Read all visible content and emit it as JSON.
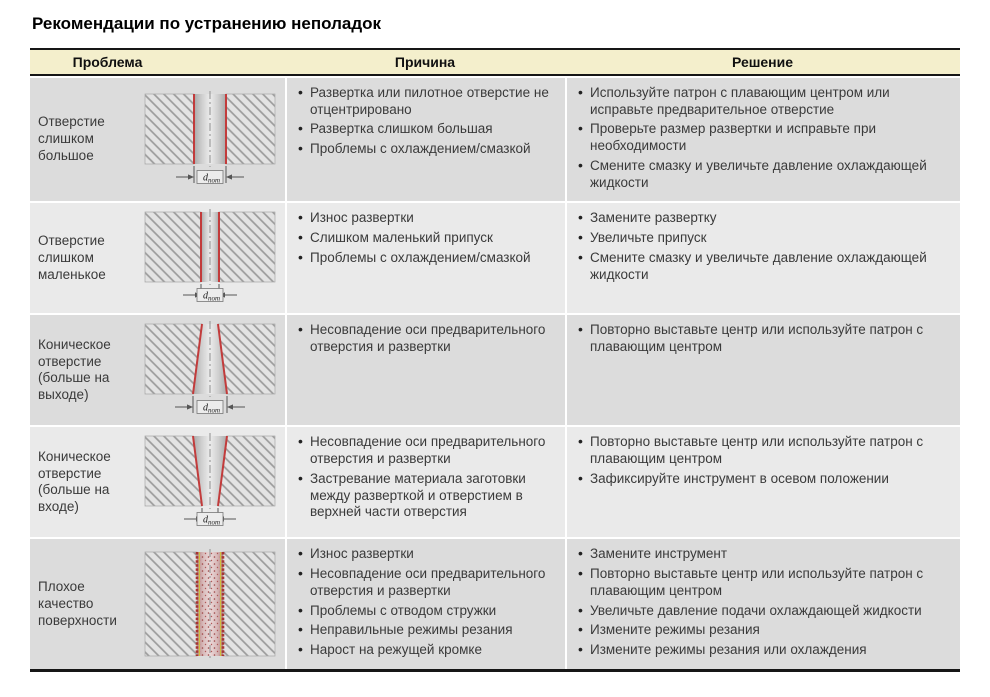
{
  "page": {
    "title": "Рекомендации по устранению неполадок"
  },
  "colors": {
    "header_bg": "#f4efcc",
    "row_shade_dark": "#dcdcdc",
    "row_shade_light": "#eaeaea",
    "reamed_edge_red": "#c23b3b",
    "rough_edge_red": "#a83434",
    "built_up_edge_yellow": "#cfc040"
  },
  "table": {
    "headers": [
      "Проблема",
      "Причина",
      "Решение"
    ],
    "rows": [
      {
        "problem": "Отверстие слишком большое",
        "illustration": "oversized-hole",
        "dimension_label": {
          "base": "d",
          "sub": "nom"
        },
        "causes": [
          "Развертка или пилотное отверстие не отцентрировано",
          "Развертка слишком большая",
          "Проблемы с охлаждением/смазкой"
        ],
        "solutions": [
          "Используйте патрон с плавающим центром или исправьте предварительное отверстие",
          "Проверьте размер развертки и исправьте при необходимости",
          "Смените смазку и увеличьте давление охлаждающей жидкости"
        ]
      },
      {
        "problem": "Отверстие слишком маленькое",
        "illustration": "undersized-hole",
        "dimension_label": {
          "base": "d",
          "sub": "nom"
        },
        "causes": [
          "Износ развертки",
          "Слишком маленький припуск",
          "Проблемы с охлаждением/смазкой"
        ],
        "solutions": [
          "Замените развертку",
          "Увеличьте припуск",
          "Смените смазку и увеличьте давление охлаждающей жидкости"
        ]
      },
      {
        "problem": "Коническое отверстие (больше на выходе)",
        "illustration": "taper-exit-hole",
        "dimension_label": {
          "base": "d",
          "sub": "nom"
        },
        "causes": [
          "Несовпадение оси предварительного отверстия и развертки"
        ],
        "solutions": [
          "Повторно выставьте центр или используйте патрон с плавающим центром"
        ]
      },
      {
        "problem": "Коническое отверстие (больше на входе)",
        "illustration": "taper-entry-hole",
        "dimension_label": {
          "base": "d",
          "sub": "nom"
        },
        "causes": [
          "Несовпадение оси предварительного отверстия и развертки",
          "Застревание материала заготовки между разверткой и отверстием в верхней части отверстия"
        ],
        "solutions": [
          "Повторно выставьте центр или используйте патрон с плавающим центром",
          "Зафиксируйте инструмент в осевом положении"
        ]
      },
      {
        "problem": "Плохое качество поверхности",
        "illustration": "rough-surface-hole",
        "causes": [
          "Износ развертки",
          "Несовпадение оси предварительного отверстия и развертки",
          "Проблемы с отводом стружки",
          "Неправильные режимы резания",
          "Нарост на режущей кромке"
        ],
        "solutions": [
          "Замените инструмент",
          "Повторно выставьте центр или используйте патрон с плавающим центром",
          "Увеличьте давление подачи охлаждающей жидкости",
          "Измените режимы резания",
          "Измените режимы резания или охлаждения"
        ]
      }
    ]
  }
}
